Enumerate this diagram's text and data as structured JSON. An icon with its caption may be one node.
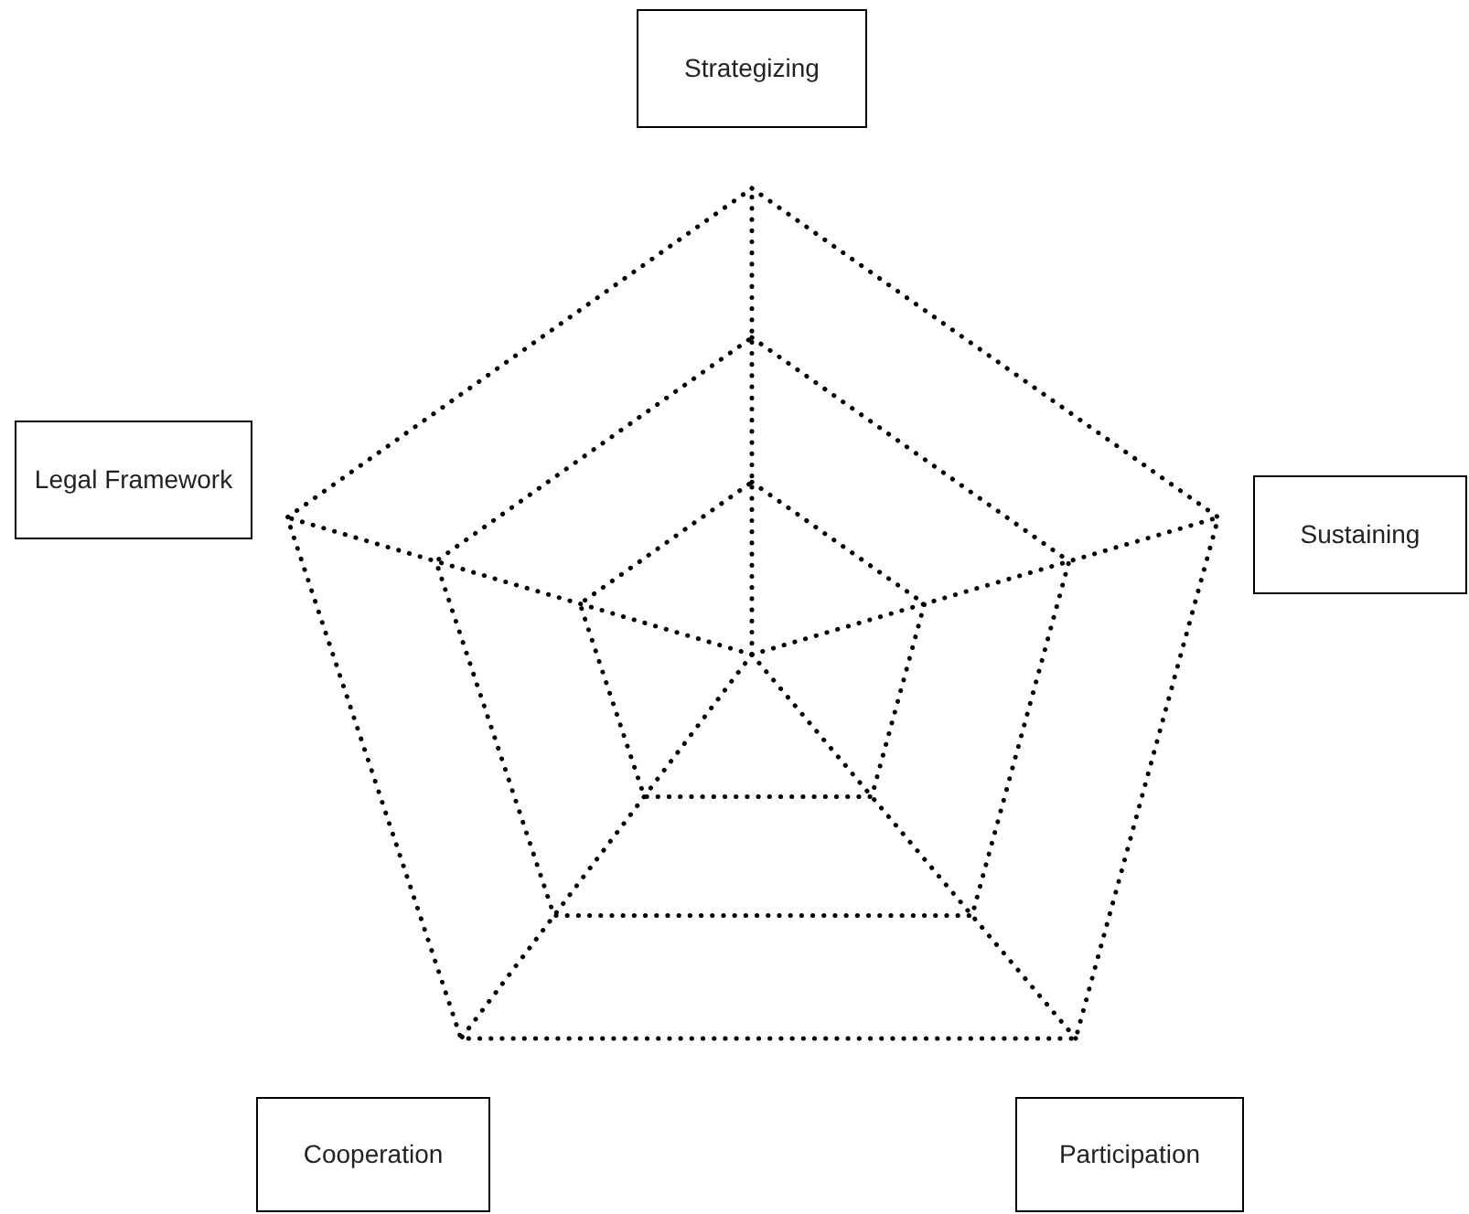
{
  "diagram": {
    "nodes": [
      {
        "text": [
          "Strategizing"
        ]
      },
      {
        "text": [
          "Legal Framework"
        ]
      },
      {
        "text": [
          "Sustaining"
        ]
      },
      {
        "text": [
          "Cooperation"
        ]
      },
      {
        "text": [
          "Participation"
        ]
      }
    ]
  }
}
